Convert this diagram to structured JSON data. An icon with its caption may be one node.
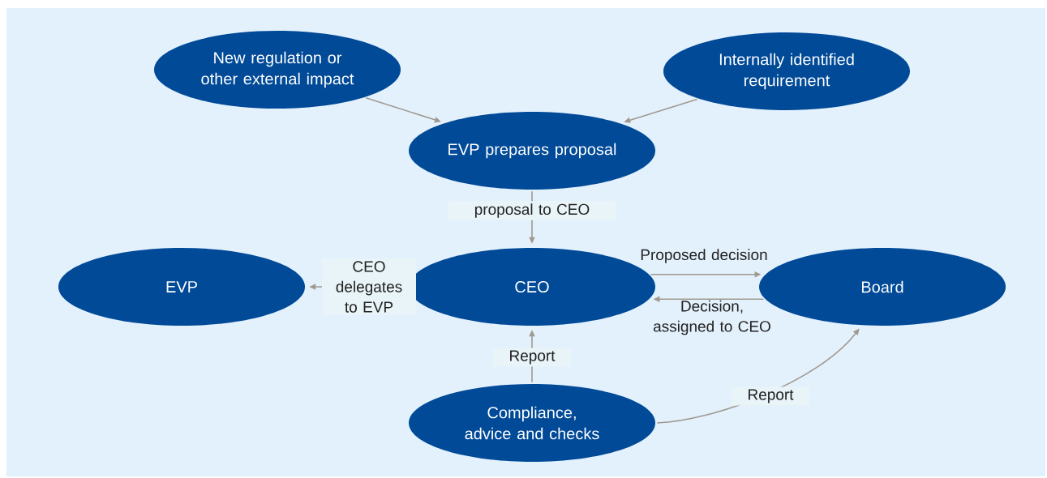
{
  "diagram": {
    "nodes": [
      {
        "text": [
          "New regulation or other external impact"
        ]
      },
      {
        "text": [
          "Internally identified requirement"
        ]
      },
      {
        "text": [
          "EVP prepares proposal"
        ]
      },
      {
        "text": [
          "EVP"
        ]
      },
      {
        "text": [
          "CEO"
        ]
      },
      {
        "text": [
          "Board"
        ]
      },
      {
        "text": [
          "Compliance, advice and checks"
        ]
      }
    ],
    "edges": [
      {
        "from": 0,
        "to": 2,
        "arrow": "to"
      },
      {
        "from": 1,
        "to": 2,
        "arrow": "to"
      },
      {
        "from": 2,
        "to": 4,
        "arrow": "to",
        "label": "proposal to CEO"
      },
      {
        "from": 4,
        "to": 3,
        "arrow": "to",
        "label": "CEO delegates to EVP"
      },
      {
        "from": 4,
        "to": 5,
        "arrow": "to",
        "label": "Proposed decision"
      },
      {
        "from": 5,
        "to": 4,
        "arrow": "to",
        "label": "Decision, assigned to CEO"
      },
      {
        "from": 6,
        "to": 4,
        "arrow": "to",
        "label": "Report"
      },
      {
        "from": 6,
        "to": 5,
        "arrow": "to",
        "label": "Report"
      }
    ]
  }
}
